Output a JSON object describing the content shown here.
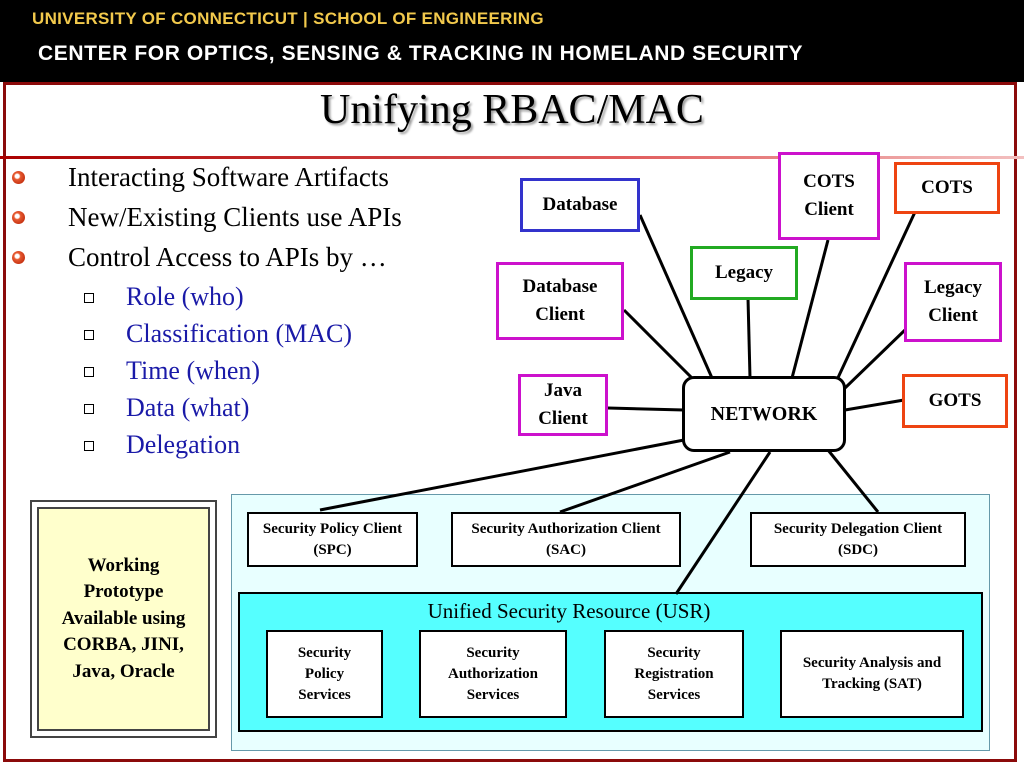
{
  "header": {
    "line1": "UNIVERSITY OF CONNECTICUT   |   SCHOOL OF ENGINEERING",
    "line2": "CENTER FOR OPTICS, SENSING & TRACKING IN HOMELAND SECURITY"
  },
  "title": "Unifying RBAC/MAC",
  "bullets": [
    "Interacting Software Artifacts",
    "New/Existing Clients use APIs",
    "Control Access to APIs by …"
  ],
  "sub_bullets": [
    "Role (who)",
    "Classification (MAC)",
    "Time (when)",
    "Data (what)",
    "Delegation"
  ],
  "nodes": {
    "database": "Database",
    "cots_client": "COTS Client",
    "cots": "COTS",
    "legacy": "Legacy",
    "database_client": "Database Client",
    "legacy_client": "Legacy Client",
    "java_client": "Java Client",
    "network": "NETWORK",
    "gots": "GOTS"
  },
  "working_note": "Working Prototype Available using CORBA, JINI, Java, Oracle",
  "security_clients": {
    "spc": "Security Policy Client (SPC)",
    "sac": "Security Authorization Client (SAC)",
    "sdc": "Security Delegation Client (SDC)"
  },
  "usr": {
    "title": "Unified Security Resource (USR)",
    "services": [
      "Security Policy Services",
      "Security Authorization Services",
      "Security Registration Services",
      "Security Analysis and Tracking (SAT)"
    ]
  },
  "colors": {
    "header_bg": "#000000",
    "header_line1": "#f2c94c",
    "frame": "#8b0a0a",
    "usr_bg": "#55ffff",
    "panel_bg": "#e8ffff",
    "note_bg": "#ffffcc",
    "sub_bullet_text": "#1a1aa8"
  }
}
